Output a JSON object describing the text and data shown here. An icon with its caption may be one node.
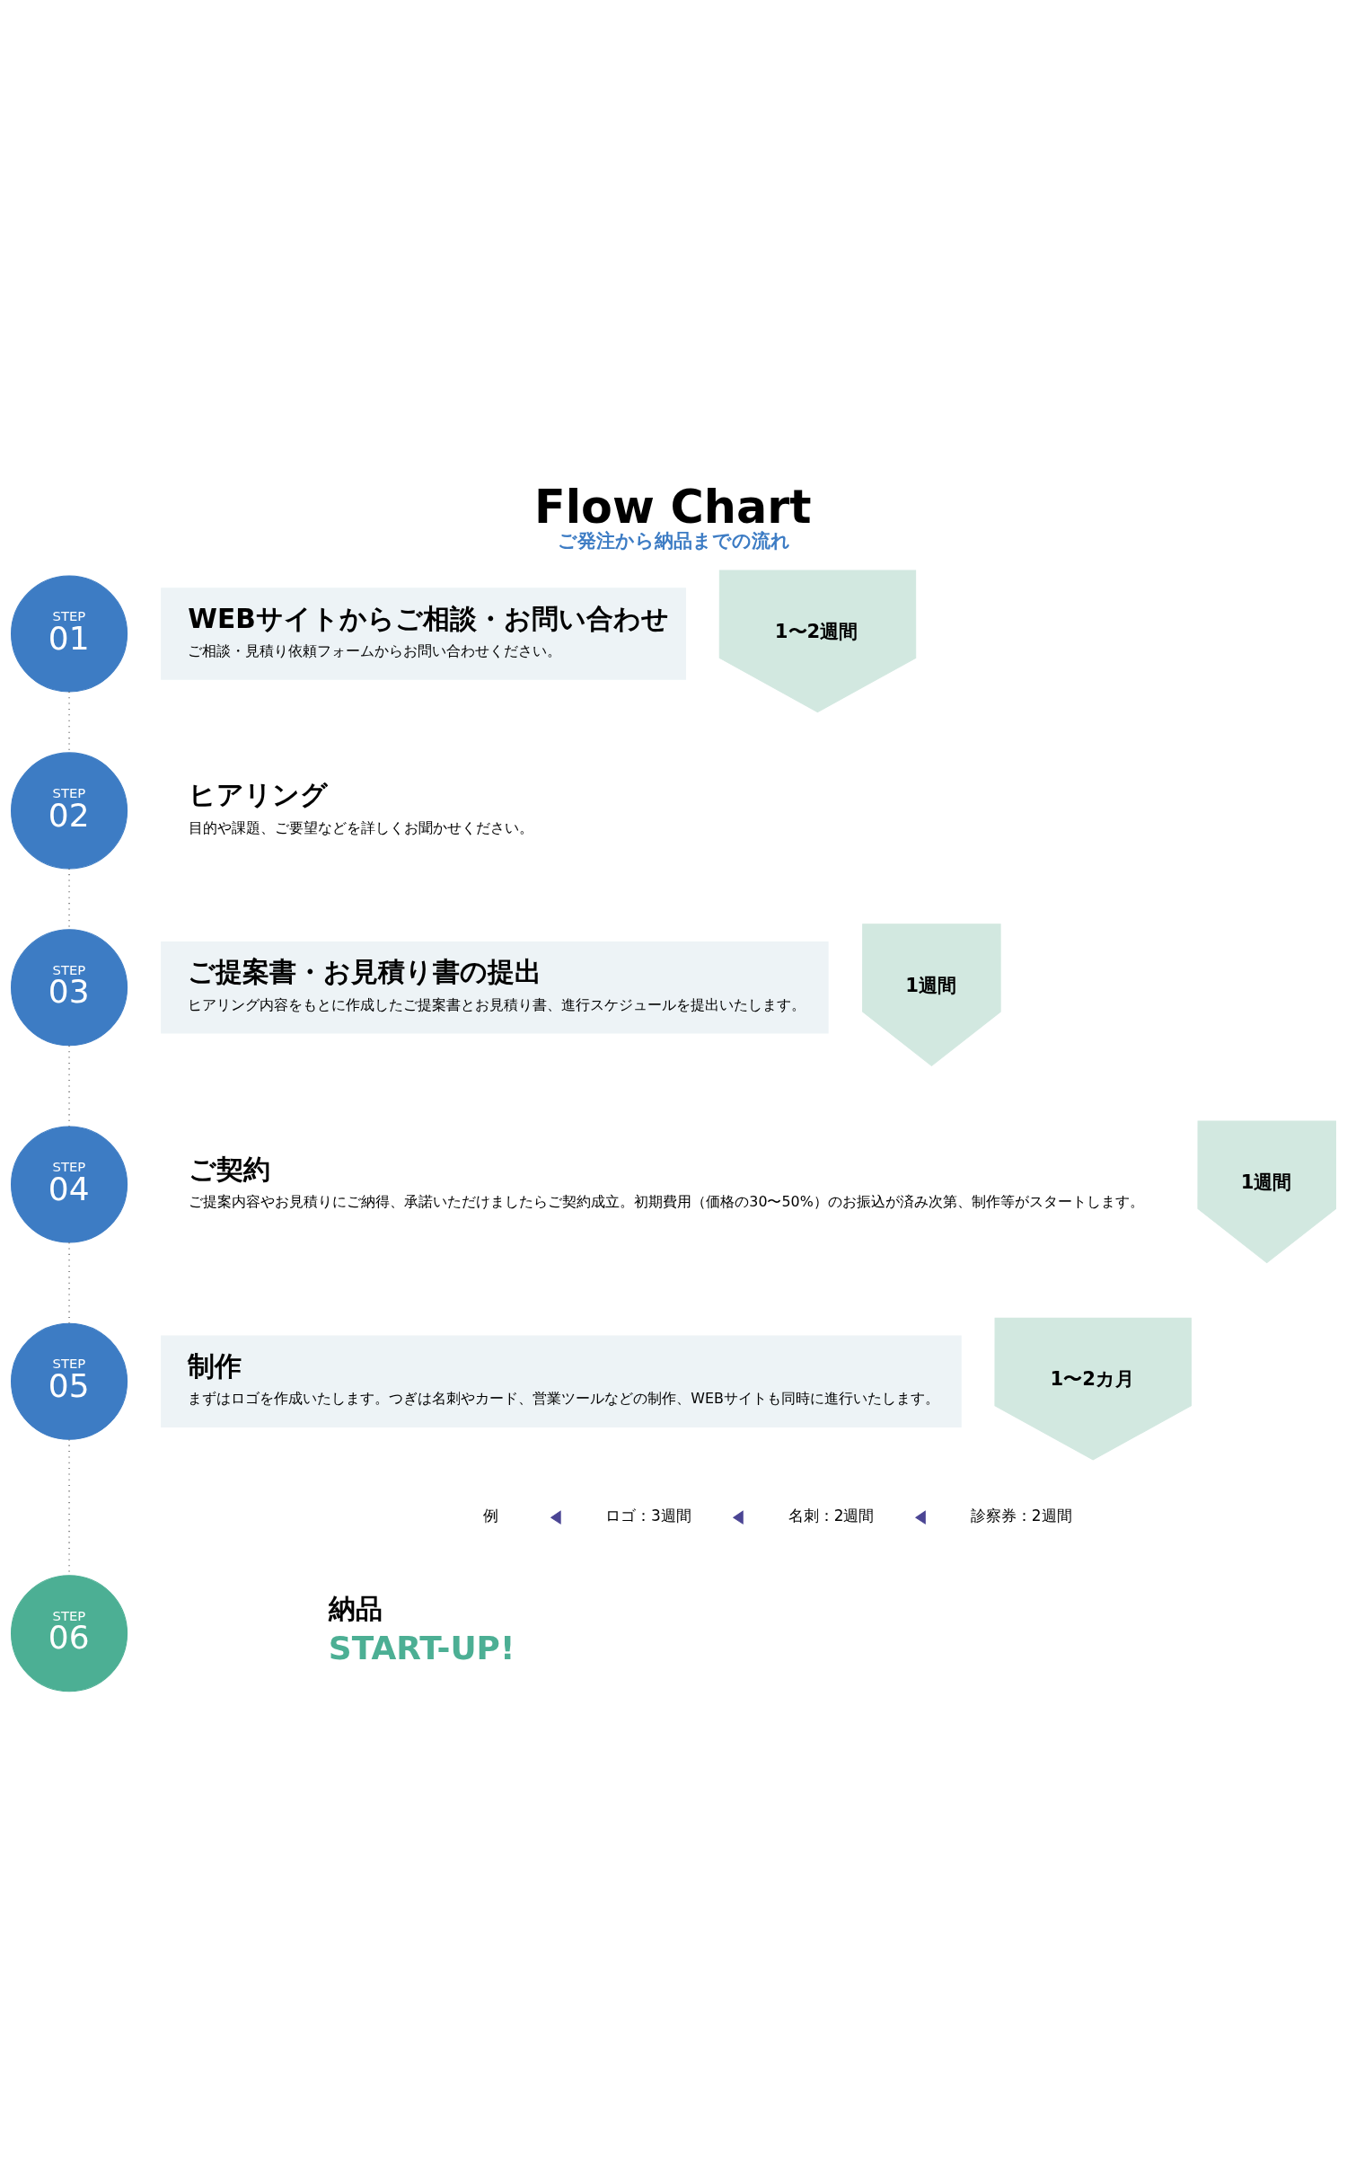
{
  "diagram": {
    "title": "Flow Chart",
    "caption": "ご発注から納品までの流れ",
    "nodes": [
      {
        "text": [
          "STEP",
          "01"
        ]
      },
      {
        "text": [
          "WEBサイトからご相談・お問い合わせ",
          "ご相談・見積り依頼フォームからお問い合わせください。"
        ]
      },
      {
        "text": [
          "1〜2週間"
        ]
      },
      {
        "text": [
          "STEP",
          "02"
        ]
      },
      {
        "text": [
          "ヒアリング",
          "目的や課題、ご要望などを詳しくお聞かせください。"
        ]
      },
      {
        "text": [
          "STEP",
          "03"
        ]
      },
      {
        "text": [
          "ご提案書・お見積り書の提出",
          "ヒアリング内容をもとに作成したご提案書とお見積り書、進行スケジュールを提出いたします。"
        ]
      },
      {
        "text": [
          "1週間"
        ]
      },
      {
        "text": [
          "STEP",
          "04"
        ]
      },
      {
        "text": [
          "ご契約",
          "ご提案内容やお見積りにご納得、承諾いただけましたらご契約成立。初期費用（価格の30〜50%）のお振込が済み次第、制作等がスタートします。"
        ]
      },
      {
        "text": [
          "1週間"
        ]
      },
      {
        "text": [
          "STEP",
          "05"
        ]
      },
      {
        "text": [
          "制作",
          "まずはロゴを作成いたします。つぎは名刺やカード、営業ツールなどの制作、WEBサイトも同時に進行いたします。"
        ]
      },
      {
        "text": [
          "1〜2カ月"
        ]
      },
      {
        "text": [
          "STEP",
          "06"
        ]
      },
      {
        "text": [
          "納品"
        ],
        "beside": [
          "START-UP!"
        ]
      }
    ],
    "edges": [
      {
        "from": 0,
        "to": 3,
        "arrow": "none",
        "style": "dashed"
      },
      {
        "from": 3,
        "to": 5,
        "arrow": "none",
        "style": "dashed"
      },
      {
        "from": 5,
        "to": 8,
        "arrow": "none",
        "style": "dashed"
      },
      {
        "from": 8,
        "to": 11,
        "arrow": "none",
        "style": "dashed"
      },
      {
        "from": 11,
        "to": 14,
        "arrow": "none",
        "style": "dashed"
      }
    ],
    "labels": [
      "例",
      "ロゴ：3週間",
      "名刺：2週間",
      "診察券：2週間"
    ]
  }
}
